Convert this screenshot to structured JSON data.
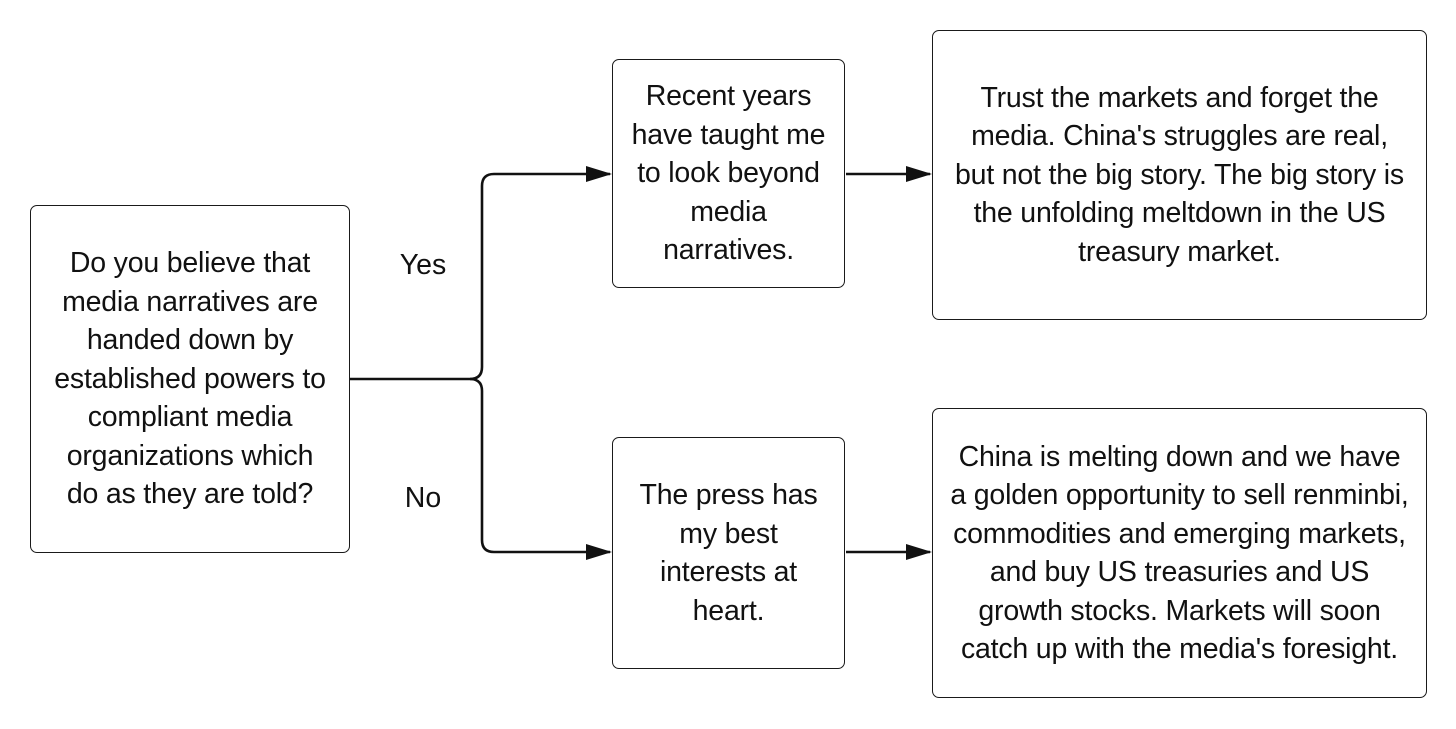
{
  "diagram": {
    "question": "Do you believe that media narratives are handed down by established powers to compliant media organizations which do as they are told?",
    "branches": {
      "yes": {
        "label": "Yes",
        "belief": "Recent years have taught me to look beyond media narratives.",
        "conclusion": "Trust the markets and forget the media. China's struggles are real, but not the big story. The big story is the unfolding meltdown in the US treasury market."
      },
      "no": {
        "label": "No",
        "belief": "The press has my best interests at heart.",
        "conclusion": "China is melting down and we have a golden opportunity to sell renminbi, commodities and emerging markets, and buy US treasuries and US growth stocks. Markets will soon catch up with the media's foresight."
      }
    },
    "colors": {
      "stroke": "#1a1a1a",
      "fill": "#ffffff",
      "text": "#111111"
    }
  }
}
